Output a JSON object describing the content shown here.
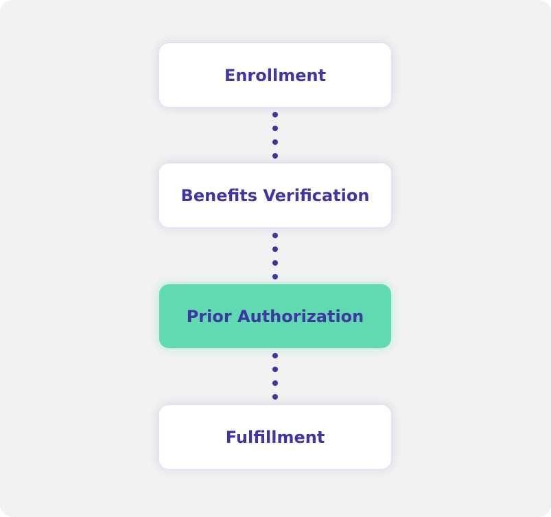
{
  "flow": {
    "steps": [
      {
        "label": "Enrollment",
        "active": false
      },
      {
        "label": "Benefits Verification",
        "active": false
      },
      {
        "label": "Prior Authorization",
        "active": true
      },
      {
        "label": "Fulfillment",
        "active": false
      }
    ],
    "colors": {
      "panel_bg": "#f2f2f2",
      "card_bg": "#ffffff",
      "active_bg": "#60dab0",
      "text": "#3f35a3",
      "connector": "#3f35a3"
    }
  }
}
